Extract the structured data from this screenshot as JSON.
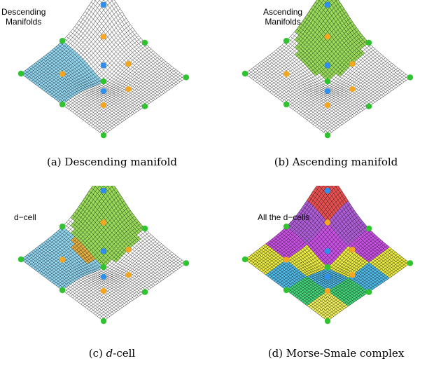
{
  "panels": [
    {
      "id": "a",
      "annotation_lines": [
        "Descending",
        "Manifolds"
      ],
      "caption": "(a)  Descending manifold"
    },
    {
      "id": "b",
      "annotation_lines": [
        "Ascending",
        "Manifolds"
      ],
      "caption": "(b)  Ascending manifold"
    },
    {
      "id": "c",
      "annotation_lines": [
        "d−cell"
      ],
      "caption_prefix": "(c)  ",
      "caption_italic": "d",
      "caption_suffix": "-cell"
    },
    {
      "id": "d",
      "annotation_lines": [
        "All the d−cells"
      ],
      "caption": "(d)  Morse-Smale complex"
    }
  ],
  "colors": {
    "minimum": "#2fc42f",
    "saddle": "#f5a623",
    "maximum": "#2f8fef",
    "mesh": "#111111",
    "descending_fill": "#7fd0ee",
    "ascending_fill": "#86d63c",
    "dcell_fill": "#e0a020",
    "complex_cells": [
      "#e8e820",
      "#e53030",
      "#20d060",
      "#c030e0",
      "#2060e0",
      "#30b0e8",
      "#a040d0",
      "#f0f040"
    ]
  }
}
